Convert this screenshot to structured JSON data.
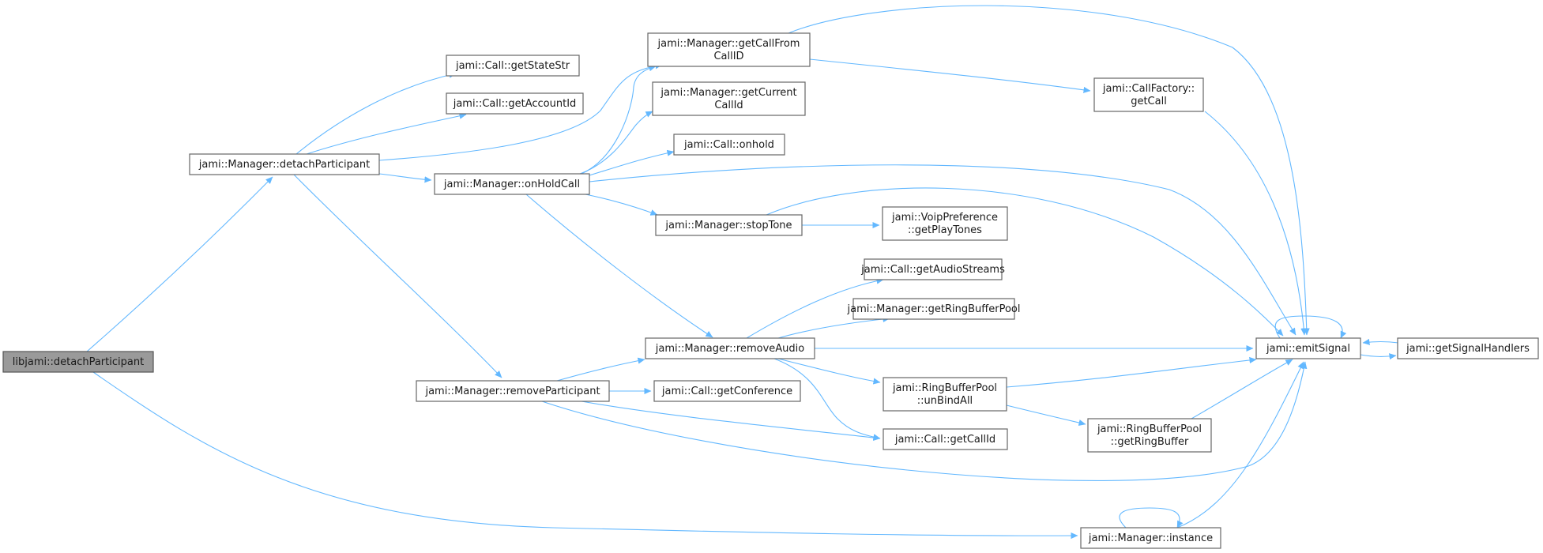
{
  "graph": {
    "title": "",
    "colors": {
      "edge": "#63b8ff",
      "node_border": "#666666",
      "root_fill": "#9a9a9a",
      "text": "#1a1a1a"
    },
    "nodes": [
      {
        "id": "n_root",
        "lines": [
          "libjami::detachParticipant"
        ],
        "root": true
      },
      {
        "id": "n_detach",
        "lines": [
          "jami::Manager::detachParticipant"
        ]
      },
      {
        "id": "n_getStateStr",
        "lines": [
          "jami::Call::getStateStr"
        ]
      },
      {
        "id": "n_getAccountId",
        "lines": [
          "jami::Call::getAccountId"
        ]
      },
      {
        "id": "n_getCallFromCallID",
        "lines": [
          "jami::Manager::getCallFrom",
          "CallID"
        ]
      },
      {
        "id": "n_getCurrentCallId",
        "lines": [
          "jami::Manager::getCurrent",
          "CallId"
        ]
      },
      {
        "id": "n_onhold",
        "lines": [
          "jami::Call::onhold"
        ]
      },
      {
        "id": "n_onHoldCall",
        "lines": [
          "jami::Manager::onHoldCall"
        ]
      },
      {
        "id": "n_stopTone",
        "lines": [
          "jami::Manager::stopTone"
        ]
      },
      {
        "id": "n_getPlayTones",
        "lines": [
          "jami::VoipPreference",
          "::getPlayTones"
        ]
      },
      {
        "id": "n_getAudioStreams",
        "lines": [
          "jami::Call::getAudioStreams"
        ]
      },
      {
        "id": "n_getRingBufferPool",
        "lines": [
          "jami::Manager::getRingBufferPool"
        ]
      },
      {
        "id": "n_removeAudio",
        "lines": [
          "jami::Manager::removeAudio"
        ]
      },
      {
        "id": "n_unBindAll",
        "lines": [
          "jami::RingBufferPool",
          "::unBindAll"
        ]
      },
      {
        "id": "n_getRingBuffer",
        "lines": [
          "jami::RingBufferPool",
          "::getRingBuffer"
        ]
      },
      {
        "id": "n_removeParticipant",
        "lines": [
          "jami::Manager::removeParticipant"
        ]
      },
      {
        "id": "n_getConference",
        "lines": [
          "jami::Call::getConference"
        ]
      },
      {
        "id": "n_getCallId",
        "lines": [
          "jami::Call::getCallId"
        ]
      },
      {
        "id": "n_callFactoryGetCall",
        "lines": [
          "jami::CallFactory::",
          "getCall"
        ]
      },
      {
        "id": "n_emitSignal",
        "lines": [
          "jami::emitSignal"
        ]
      },
      {
        "id": "n_getSignalHandlers",
        "lines": [
          "jami::getSignalHandlers"
        ]
      },
      {
        "id": "n_instance",
        "lines": [
          "jami::Manager::instance"
        ]
      }
    ],
    "edges": [
      {
        "from": "n_root",
        "to": "n_detach"
      },
      {
        "from": "n_root",
        "to": "n_instance"
      },
      {
        "from": "n_detach",
        "to": "n_getStateStr"
      },
      {
        "from": "n_detach",
        "to": "n_getAccountId"
      },
      {
        "from": "n_detach",
        "to": "n_getCallFromCallID"
      },
      {
        "from": "n_detach",
        "to": "n_onHoldCall"
      },
      {
        "from": "n_detach",
        "to": "n_removeParticipant"
      },
      {
        "from": "n_onHoldCall",
        "to": "n_getCallFromCallID"
      },
      {
        "from": "n_onHoldCall",
        "to": "n_getCurrentCallId"
      },
      {
        "from": "n_onHoldCall",
        "to": "n_onhold"
      },
      {
        "from": "n_onHoldCall",
        "to": "n_stopTone"
      },
      {
        "from": "n_onHoldCall",
        "to": "n_removeAudio"
      },
      {
        "from": "n_onHoldCall",
        "to": "n_emitSignal"
      },
      {
        "from": "n_getCallFromCallID",
        "to": "n_callFactoryGetCall"
      },
      {
        "from": "n_getCallFromCallID",
        "to": "n_emitSignal"
      },
      {
        "from": "n_callFactoryGetCall",
        "to": "n_emitSignal"
      },
      {
        "from": "n_stopTone",
        "to": "n_getPlayTones"
      },
      {
        "from": "n_stopTone",
        "to": "n_emitSignal"
      },
      {
        "from": "n_removeAudio",
        "to": "n_getAudioStreams"
      },
      {
        "from": "n_removeAudio",
        "to": "n_getRingBufferPool"
      },
      {
        "from": "n_removeAudio",
        "to": "n_emitSignal"
      },
      {
        "from": "n_removeAudio",
        "to": "n_unBindAll"
      },
      {
        "from": "n_removeAudio",
        "to": "n_getCallId"
      },
      {
        "from": "n_unBindAll",
        "to": "n_emitSignal"
      },
      {
        "from": "n_unBindAll",
        "to": "n_getRingBuffer"
      },
      {
        "from": "n_getRingBuffer",
        "to": "n_emitSignal"
      },
      {
        "from": "n_removeParticipant",
        "to": "n_removeAudio"
      },
      {
        "from": "n_removeParticipant",
        "to": "n_getConference"
      },
      {
        "from": "n_removeParticipant",
        "to": "n_getCallId"
      },
      {
        "from": "n_removeParticipant",
        "to": "n_emitSignal"
      },
      {
        "from": "n_emitSignal",
        "to": "n_emitSignal"
      },
      {
        "from": "n_emitSignal",
        "to": "n_getSignalHandlers"
      },
      {
        "from": "n_getSignalHandlers",
        "to": "n_emitSignal"
      },
      {
        "from": "n_instance",
        "to": "n_instance"
      },
      {
        "from": "n_instance",
        "to": "n_emitSignal"
      }
    ]
  }
}
